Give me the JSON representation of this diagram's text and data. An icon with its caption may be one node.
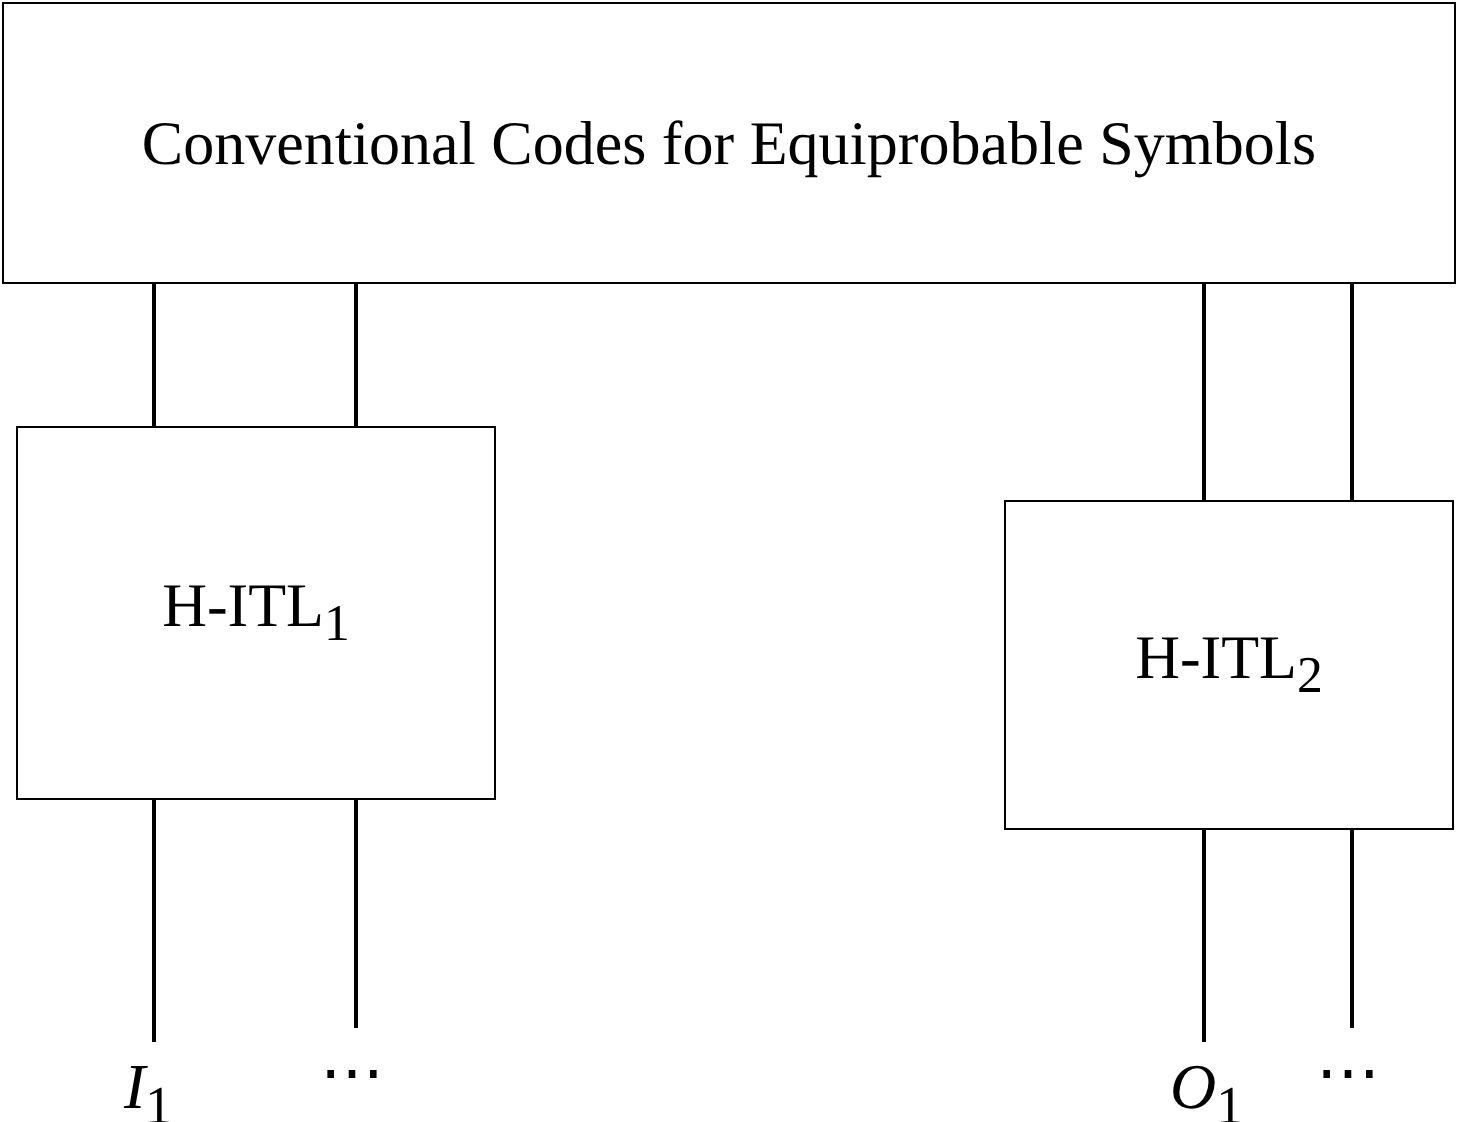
{
  "diagram": {
    "nodes": [
      {
        "text": [
          "Conventional Codes for Equiprobable Symbols"
        ]
      },
      {
        "text": [
          "H-ITL$_{1}$"
        ]
      },
      {
        "text": [
          "H-ITL$_{2}$"
        ]
      },
      {
        "text": [
          "*I*$_{1}$"
        ]
      },
      {
        "text": [
          "⋯"
        ]
      },
      {
        "text": [
          "*O*$_{1}$"
        ]
      },
      {
        "text": [
          "⋯"
        ]
      }
    ],
    "edges": [
      {
        "from": 0,
        "to": 1,
        "arrow": "none"
      },
      {
        "from": 0,
        "to": 1,
        "arrow": "none"
      },
      {
        "from": 0,
        "to": 2,
        "arrow": "none"
      },
      {
        "from": 0,
        "to": 2,
        "arrow": "none"
      },
      {
        "from": 1,
        "to": 3,
        "arrow": "none"
      },
      {
        "from": 1,
        "to": 4,
        "arrow": "none"
      },
      {
        "from": 2,
        "to": 5,
        "arrow": "none"
      },
      {
        "from": 2,
        "to": 6,
        "arrow": "none"
      }
    ]
  }
}
